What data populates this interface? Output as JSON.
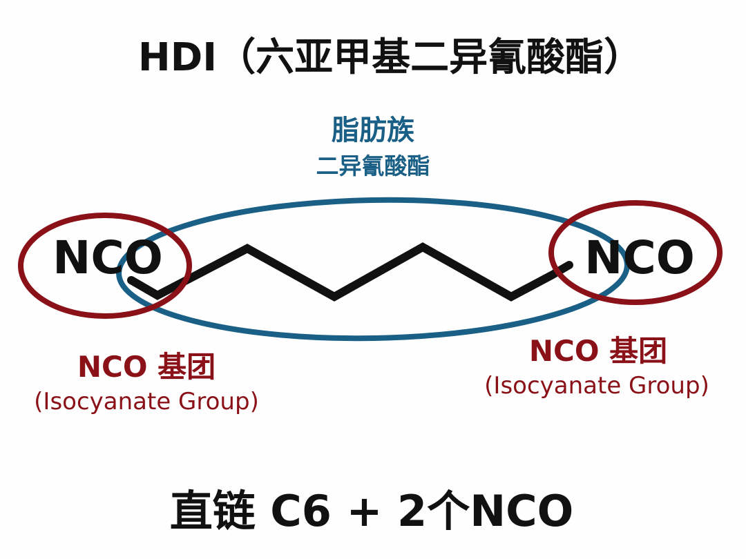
{
  "title": "HDI（六亚甲基二异氰酸酯）",
  "aliphatic_label": {
    "line1": "脂肪族",
    "line2": "二异氰酸酯"
  },
  "left_group": {
    "formula": "NCO",
    "label": "NCO 基团",
    "label_en": "(Isocyanate Group)"
  },
  "right_group": {
    "formula": "NCO",
    "label": "NCO 基团",
    "label_en": "(Isocyanate Group)"
  },
  "summary": "直链 C6 + 2个NCO",
  "colors": {
    "title": "#111111",
    "aliphatic_blue": "#1a5f86",
    "nco_red": "#8b1119",
    "bond_black": "#111111",
    "background": "#fdfefd"
  }
}
